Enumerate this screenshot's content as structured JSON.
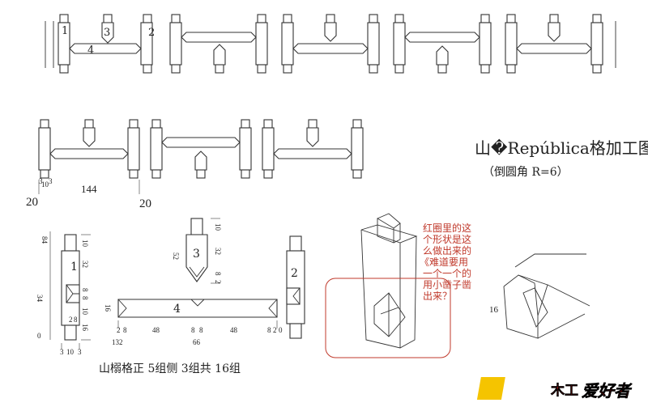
{
  "title": {
    "main": "山�República格加工图",
    "sub": "（倒圆角 R=6）"
  },
  "assembly_top": {
    "labels": {
      "left_post": "1",
      "mid_post": "3",
      "right_post": "2",
      "bar": "4"
    }
  },
  "assembly_bottom": {
    "dims": {
      "offset_a": "3",
      "offset_b": "3",
      "inner": "10",
      "span": "144",
      "left_end": "20",
      "right_end": "20"
    }
  },
  "part1": {
    "label": "1",
    "dims": {
      "total": "84",
      "top": "10",
      "upper": "32",
      "mid": "34",
      "notch_a": "8",
      "notch_b": "8",
      "bottom": "10",
      "foot": "16",
      "zero": "0",
      "b1": "3",
      "b2": "10",
      "b3": "3",
      "n1": "2",
      "n2": "8"
    }
  },
  "part3": {
    "label": "3",
    "dims": {
      "total": "52",
      "top": "10",
      "body": "32",
      "tip_a": "8",
      "tip_b": "2"
    }
  },
  "part4": {
    "label": "4",
    "dims": {
      "height": "16",
      "d1": "2",
      "d2": "8",
      "d3": "48",
      "d4": "8",
      "d5": "8",
      "d6": "48",
      "d7": "8",
      "d8": "2",
      "d9": "0",
      "total": "132",
      "half": "66"
    }
  },
  "part2": {
    "label": "2"
  },
  "summary": "山榒格正 5组侧 3组共 16组",
  "question_note": [
    "红圈里的这",
    "个形状是这",
    "么做出来的",
    "《难道要用",
    "一个一个的",
    "用小凿子凿",
    "出来？"
  ],
  "sketch2": {
    "mark": "16"
  },
  "logo": {
    "text": "爱好者",
    "prefix": "木工"
  },
  "colors": {
    "note": "#c0392b",
    "line": "#333333",
    "logo_yellow": "#f5c400",
    "logo_red": "#d4201a"
  }
}
